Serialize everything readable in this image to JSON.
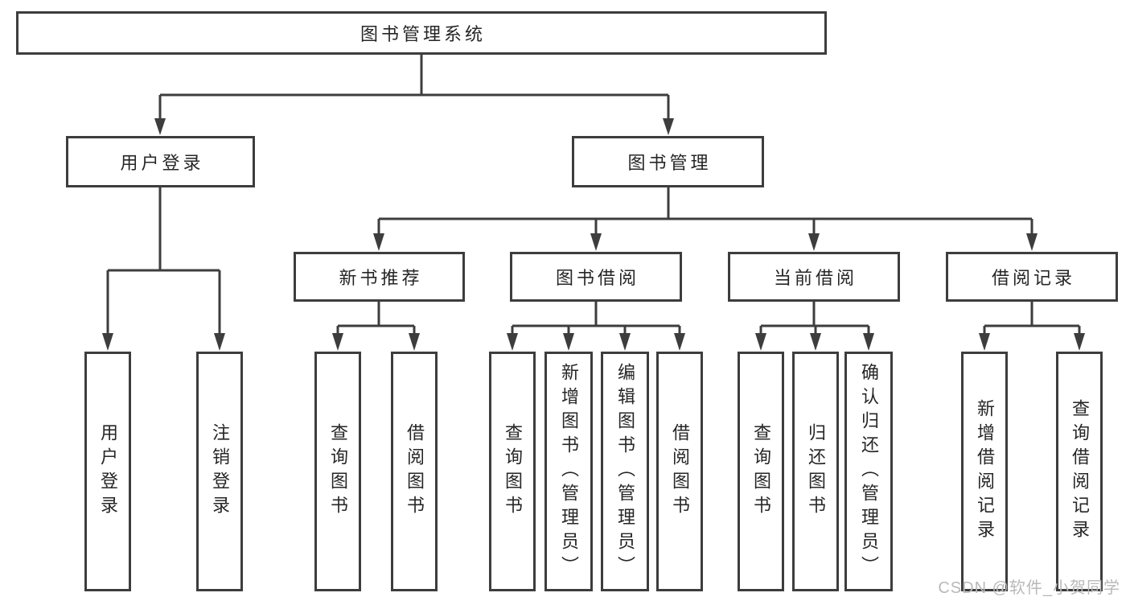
{
  "diagram": {
    "root": {
      "label": "图书管理系统"
    },
    "level2": [
      {
        "label": "用户登录"
      },
      {
        "label": "图书管理"
      }
    ],
    "level3": [
      {
        "label": "新书推荐"
      },
      {
        "label": "图书借阅"
      },
      {
        "label": "当前借阅"
      },
      {
        "label": "借阅记录"
      }
    ],
    "leaves": {
      "user_login": [
        {
          "label": "用户登录"
        },
        {
          "label": "注销登录"
        }
      ],
      "new_book": [
        {
          "label": "查询图书"
        },
        {
          "label": "借阅图书"
        }
      ],
      "book_borrow": [
        {
          "label": "查询图书"
        },
        {
          "label": "新增图书（管理员）"
        },
        {
          "label": "编辑图书（管理员）"
        },
        {
          "label": "借阅图书"
        }
      ],
      "current_borrow": [
        {
          "label": "查询图书"
        },
        {
          "label": "归还图书"
        },
        {
          "label": "确认归还（管理员）"
        }
      ],
      "borrow_records": [
        {
          "label": "新增借阅记录"
        },
        {
          "label": "查询借阅记录"
        }
      ]
    }
  },
  "watermark": {
    "text": "CSDN @软件_小贺同学"
  },
  "colors": {
    "line": "#3d3d3d",
    "text": "#262626",
    "watermark": "#b9b9b9",
    "background": "#ffffff"
  }
}
